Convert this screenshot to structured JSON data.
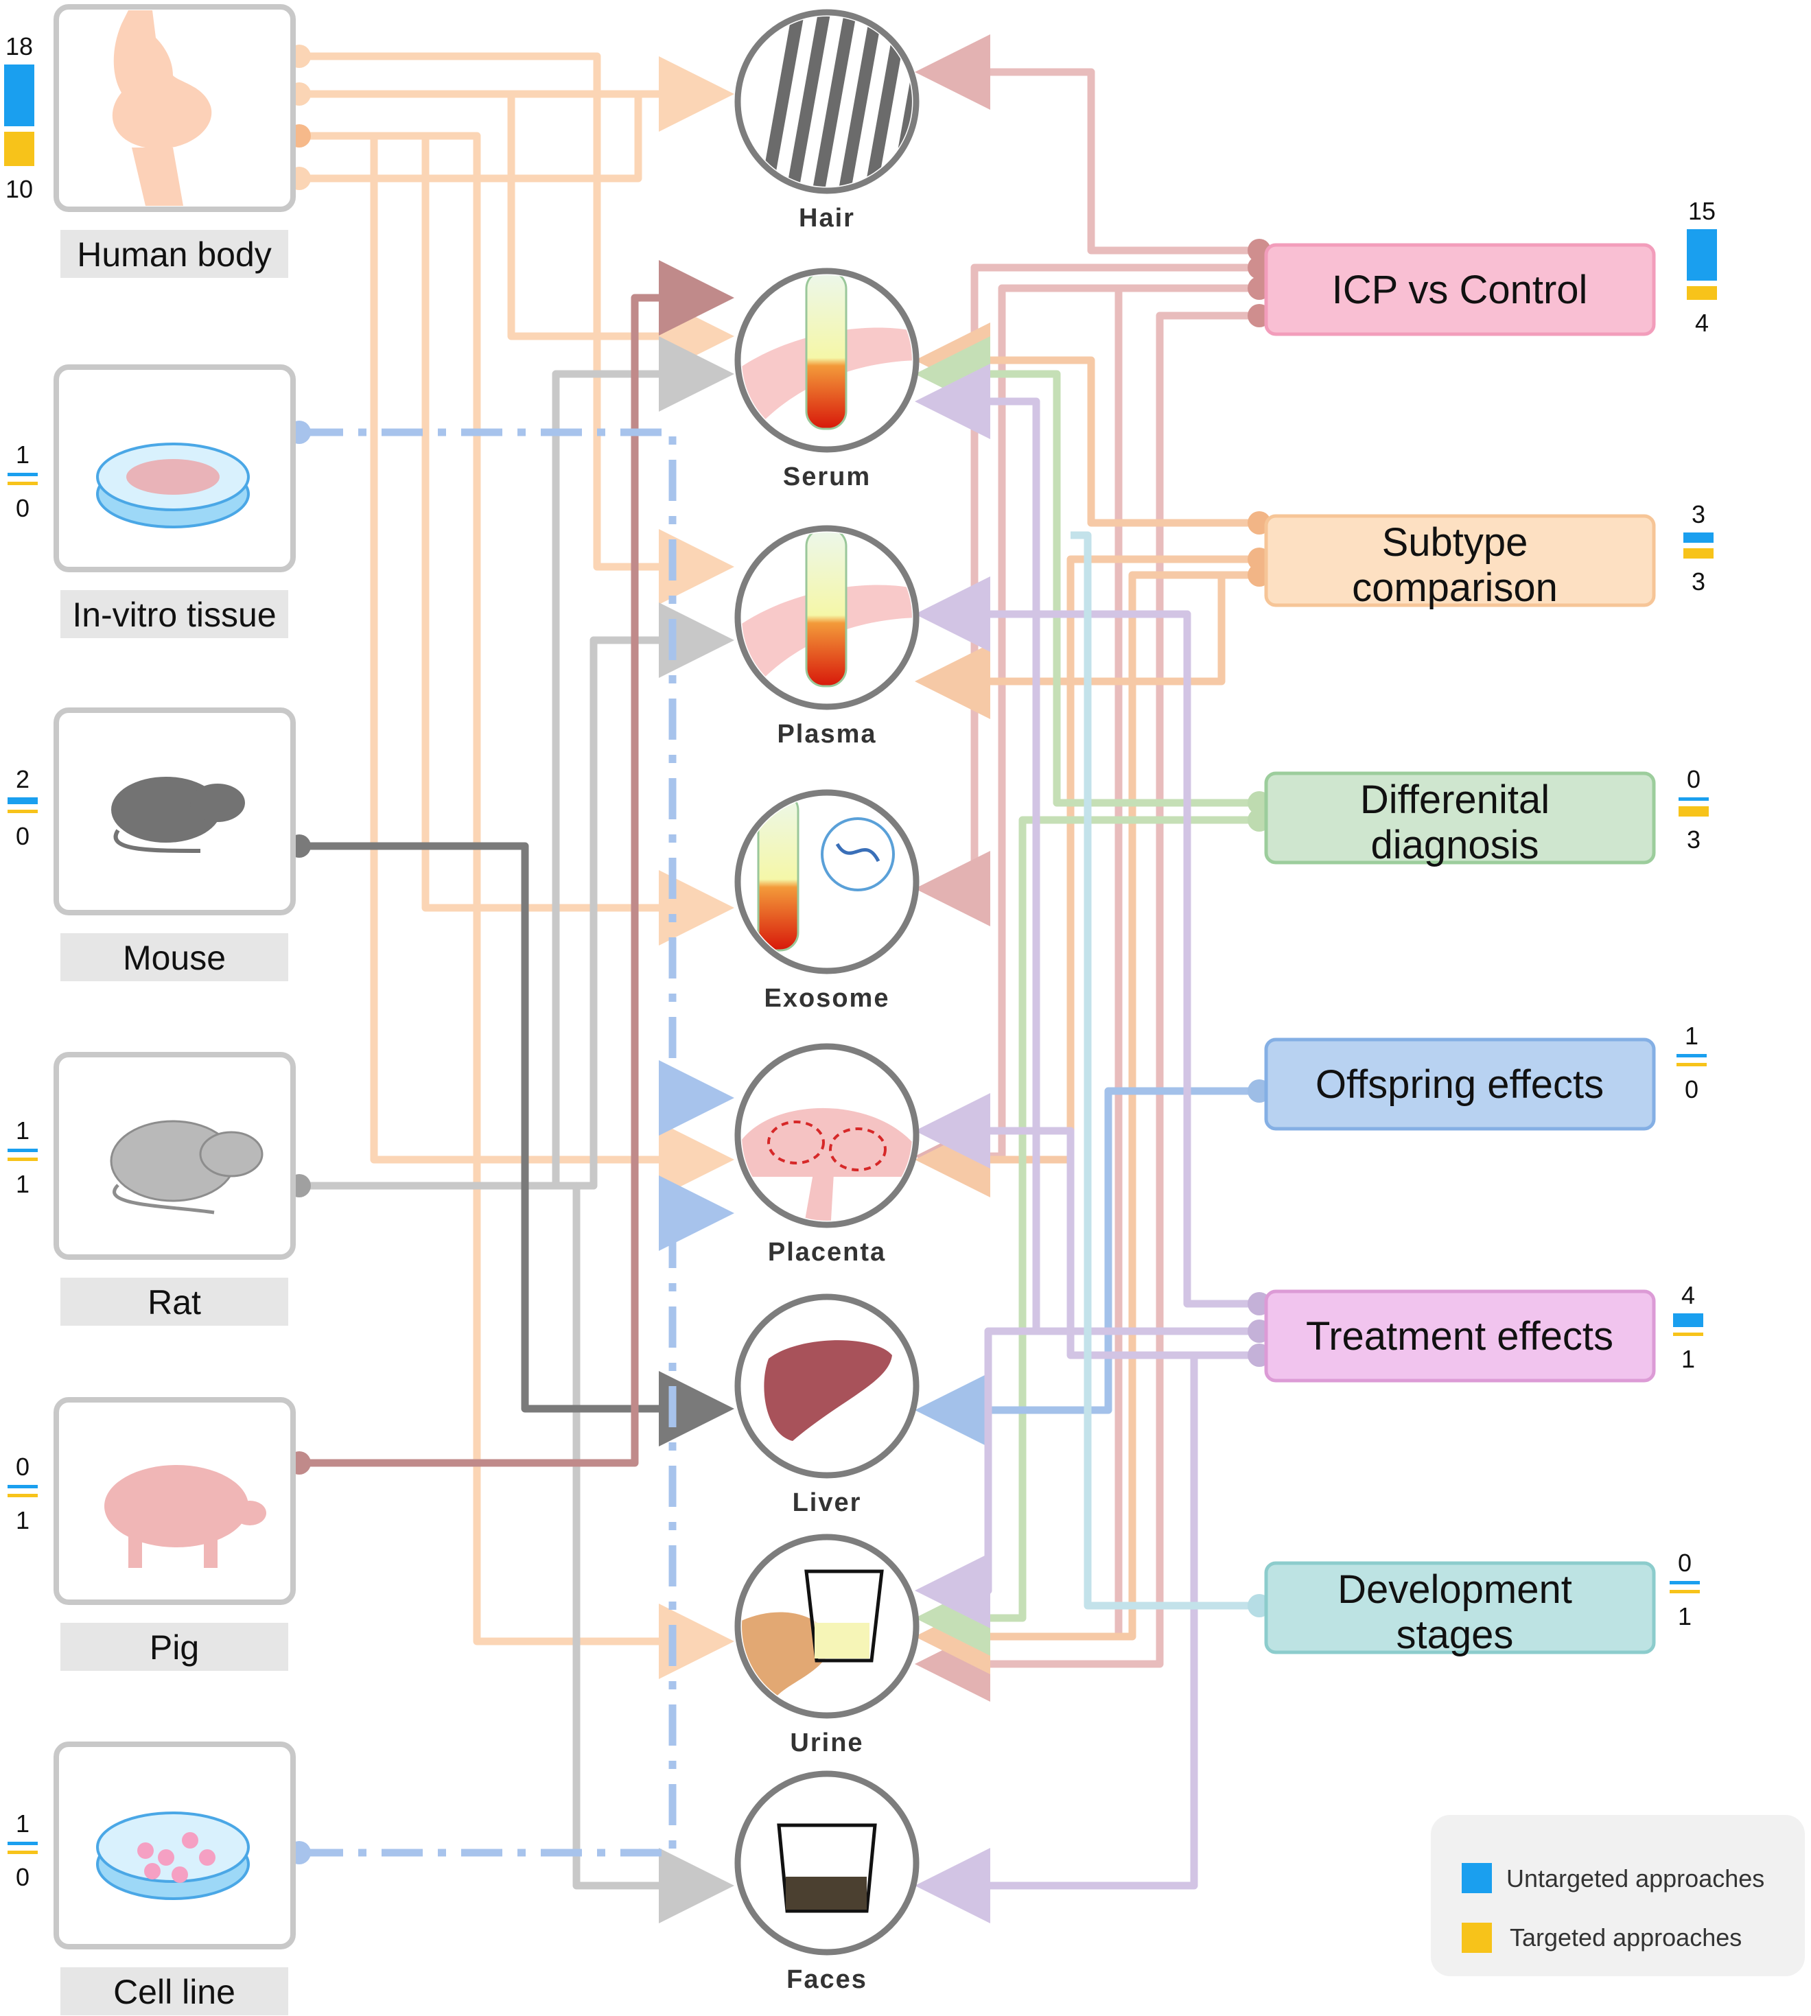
{
  "colors": {
    "untargeted": "#1a9fef",
    "targeted": "#f7c31a",
    "box_border": "#c8c8c8",
    "label_bg": "#e6e6e6"
  },
  "sources": [
    {
      "id": "human",
      "label": "Human body",
      "untargeted": 18,
      "targeted": 10
    },
    {
      "id": "invitro",
      "label": "In-vitro tissue",
      "untargeted": 1,
      "targeted": 0
    },
    {
      "id": "mouse",
      "label": "Mouse",
      "untargeted": 2,
      "targeted": 0
    },
    {
      "id": "rat",
      "label": "Rat",
      "untargeted": 1,
      "targeted": 1
    },
    {
      "id": "pig",
      "label": "Pig",
      "untargeted": 0,
      "targeted": 1
    },
    {
      "id": "cell",
      "label": "Cell line",
      "untargeted": 1,
      "targeted": 0
    }
  ],
  "specimens": [
    {
      "id": "hair",
      "label": "Hair"
    },
    {
      "id": "serum",
      "label": "Serum"
    },
    {
      "id": "plasma",
      "label": "Plasma"
    },
    {
      "id": "exosome",
      "label": "Exosome"
    },
    {
      "id": "placenta",
      "label": "Placenta"
    },
    {
      "id": "liver",
      "label": "Liver"
    },
    {
      "id": "urine",
      "label": "Urine"
    },
    {
      "id": "faeces",
      "label": "Faces"
    }
  ],
  "studies": [
    {
      "id": "icp",
      "lines": [
        "ICP vs Control"
      ],
      "untargeted": 15,
      "targeted": 4,
      "fill": "#f9bfd3",
      "border": "#f29dbb",
      "stroke": "#cf8e8e"
    },
    {
      "id": "subtype",
      "lines": [
        "Subtype",
        "comparison"
      ],
      "untargeted": 3,
      "targeted": 3,
      "fill": "#fde0c2",
      "border": "#f6c597",
      "stroke": "#f2b586"
    },
    {
      "id": "diff",
      "lines": [
        "Differenital",
        "diagnosis"
      ],
      "untargeted": 0,
      "targeted": 3,
      "fill": "#cfe6cf",
      "border": "#9ccd9c",
      "stroke": "#bedbb0"
    },
    {
      "id": "offspring",
      "lines": [
        "Offspring effects"
      ],
      "untargeted": 1,
      "targeted": 0,
      "fill": "#b8d2f1",
      "border": "#84afe4",
      "stroke": "#9dbde6"
    },
    {
      "id": "treatment",
      "lines": [
        "Treatment effects"
      ],
      "untargeted": 4,
      "targeted": 1,
      "fill": "#f1c4ee",
      "border": "#dc9bd6",
      "stroke": "#c4b1d8"
    },
    {
      "id": "development",
      "lines": [
        "Development",
        "stages"
      ],
      "untargeted": 0,
      "targeted": 1,
      "fill": "#bde3e3",
      "border": "#8ccccc",
      "stroke": "#b6dde5"
    }
  ],
  "legend": {
    "untargeted": "Untargeted approaches",
    "targeted": "Targeted approaches"
  }
}
